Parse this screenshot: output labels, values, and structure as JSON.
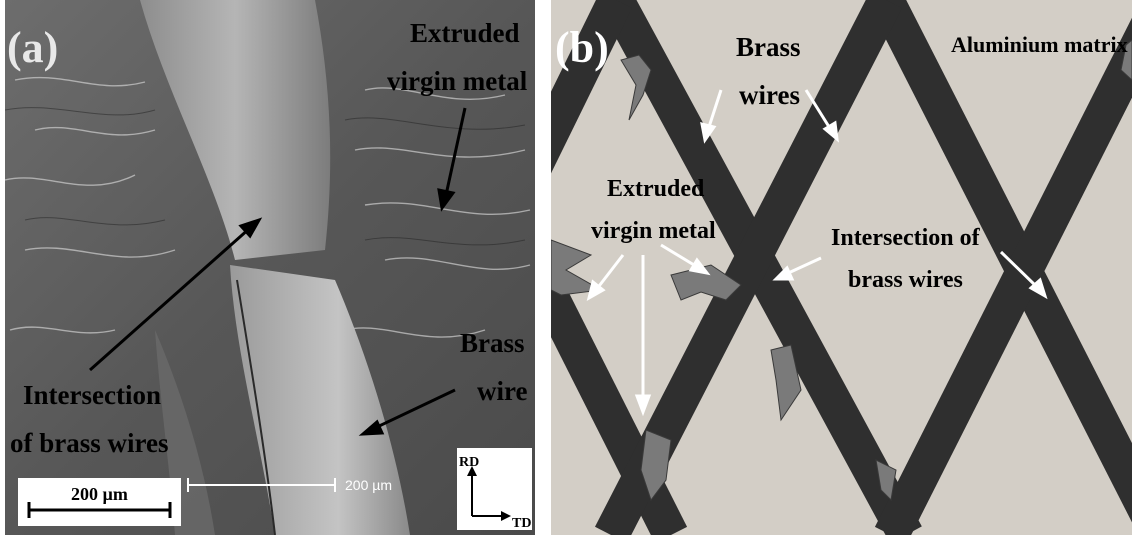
{
  "panel_a": {
    "label": "(a)",
    "annotations": {
      "extruded": [
        "Extruded",
        "virgin metal"
      ],
      "intersection": [
        "Intersection",
        "of brass wires"
      ],
      "brass_wire": [
        "Brass",
        "wire"
      ]
    },
    "scale_bar": "200 µm",
    "scale_bar_micrograph": "200 µm",
    "axes": {
      "rd": "RD",
      "td": "TD"
    }
  },
  "panel_b": {
    "label": "(b)",
    "annotations": {
      "brass_wires": [
        "Brass",
        "wires"
      ],
      "aluminium_matrix": "Aluminium matrix",
      "extruded": [
        "Extruded",
        "virgin metal"
      ],
      "intersection": [
        "Intersection of",
        "brass wires"
      ]
    }
  },
  "colors": {
    "sem_dark": "#3a3a3a",
    "sem_light": "#c9c9c9",
    "matrix": "#d3cec6",
    "wire": "#2f2f2f",
    "arrow_dark": "#000000",
    "arrow_light": "#ffffff"
  }
}
